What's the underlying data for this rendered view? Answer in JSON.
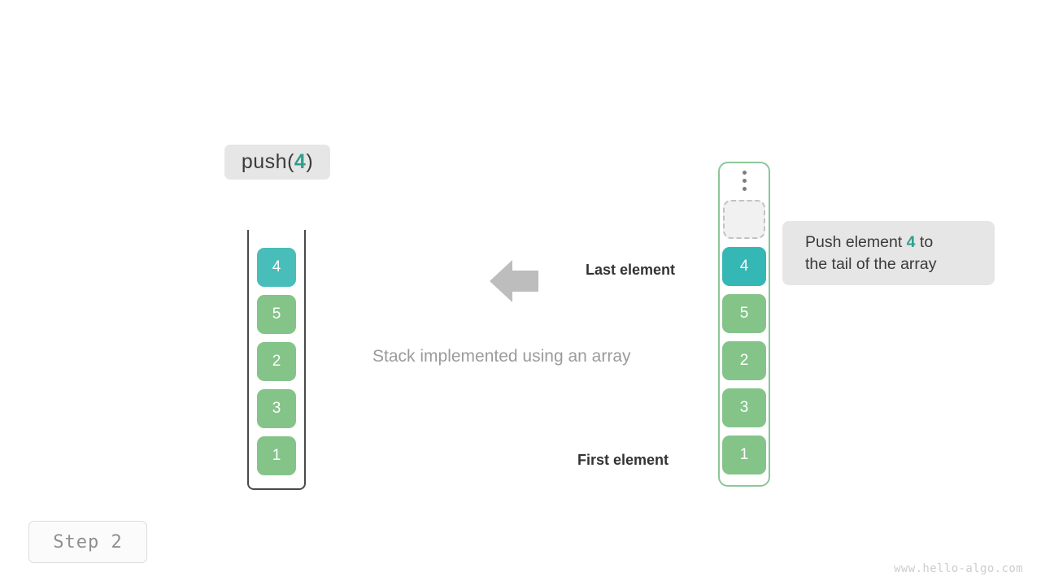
{
  "operation": {
    "prefix": "push(",
    "value": "4",
    "suffix": ")"
  },
  "stack": {
    "title": "Stack implemented using an array",
    "cells": [
      {
        "value": "4",
        "color": "teal",
        "highlight": true
      },
      {
        "value": "5",
        "color": "green",
        "highlight": false
      },
      {
        "value": "2",
        "color": "green",
        "highlight": false
      },
      {
        "value": "3",
        "color": "green",
        "highlight": false
      },
      {
        "value": "1",
        "color": "green",
        "highlight": false
      }
    ]
  },
  "array": {
    "ellipsis_icon": "vertical-ellipsis-icon",
    "empty_slot_label": "",
    "cells": [
      {
        "value": "4",
        "color": "teal",
        "highlight": true
      },
      {
        "value": "5",
        "color": "green",
        "highlight": false
      },
      {
        "value": "2",
        "color": "green",
        "highlight": false
      },
      {
        "value": "3",
        "color": "green",
        "highlight": false
      },
      {
        "value": "1",
        "color": "green",
        "highlight": false
      }
    ]
  },
  "labels": {
    "last_element": "Last element",
    "first_element": "First element",
    "arrow_icon": "left-arrow-icon"
  },
  "callout": {
    "line1_before": "Push element ",
    "line1_accent": "4",
    "line1_after": " to",
    "line2": "the tail of the array"
  },
  "step": {
    "label": "Step 2"
  },
  "footer": {
    "watermark": "www.hello-algo.com"
  },
  "colors": {
    "teal": "#35b7b6",
    "green": "#84c489",
    "accent_text": "#2f9e8f",
    "badge_bg": "#e6e6e6",
    "array_border": "#8cc698",
    "stack_border": "#4a4a4a",
    "caption_text": "#9b9b9b",
    "arrow": "#bdbdbd"
  }
}
